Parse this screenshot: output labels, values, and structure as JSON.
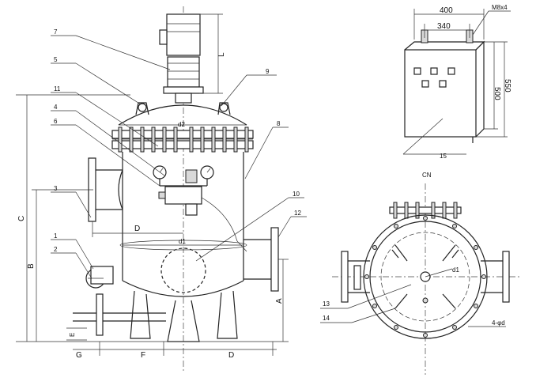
{
  "callouts": {
    "c1": "1",
    "c2": "2",
    "c3": "3",
    "c4": "4",
    "c5": "5",
    "c6": "6",
    "c7": "7",
    "c8": "8",
    "c9": "9",
    "c10": "10",
    "c11": "11",
    "c12": "12",
    "c13": "13",
    "c14": "14",
    "c15": "15"
  },
  "dimensions": {
    "L": "L",
    "C": "C",
    "B": "B",
    "A": "A",
    "D_upper": "D",
    "D_lower": "D",
    "d1": "d1",
    "d2": "d2",
    "E": "E",
    "F": "F",
    "G": "G",
    "w400": "400",
    "w340": "340",
    "h500": "500",
    "h550": "550",
    "bolts": "M8x4",
    "holes": "4-φd",
    "view": "CN"
  }
}
